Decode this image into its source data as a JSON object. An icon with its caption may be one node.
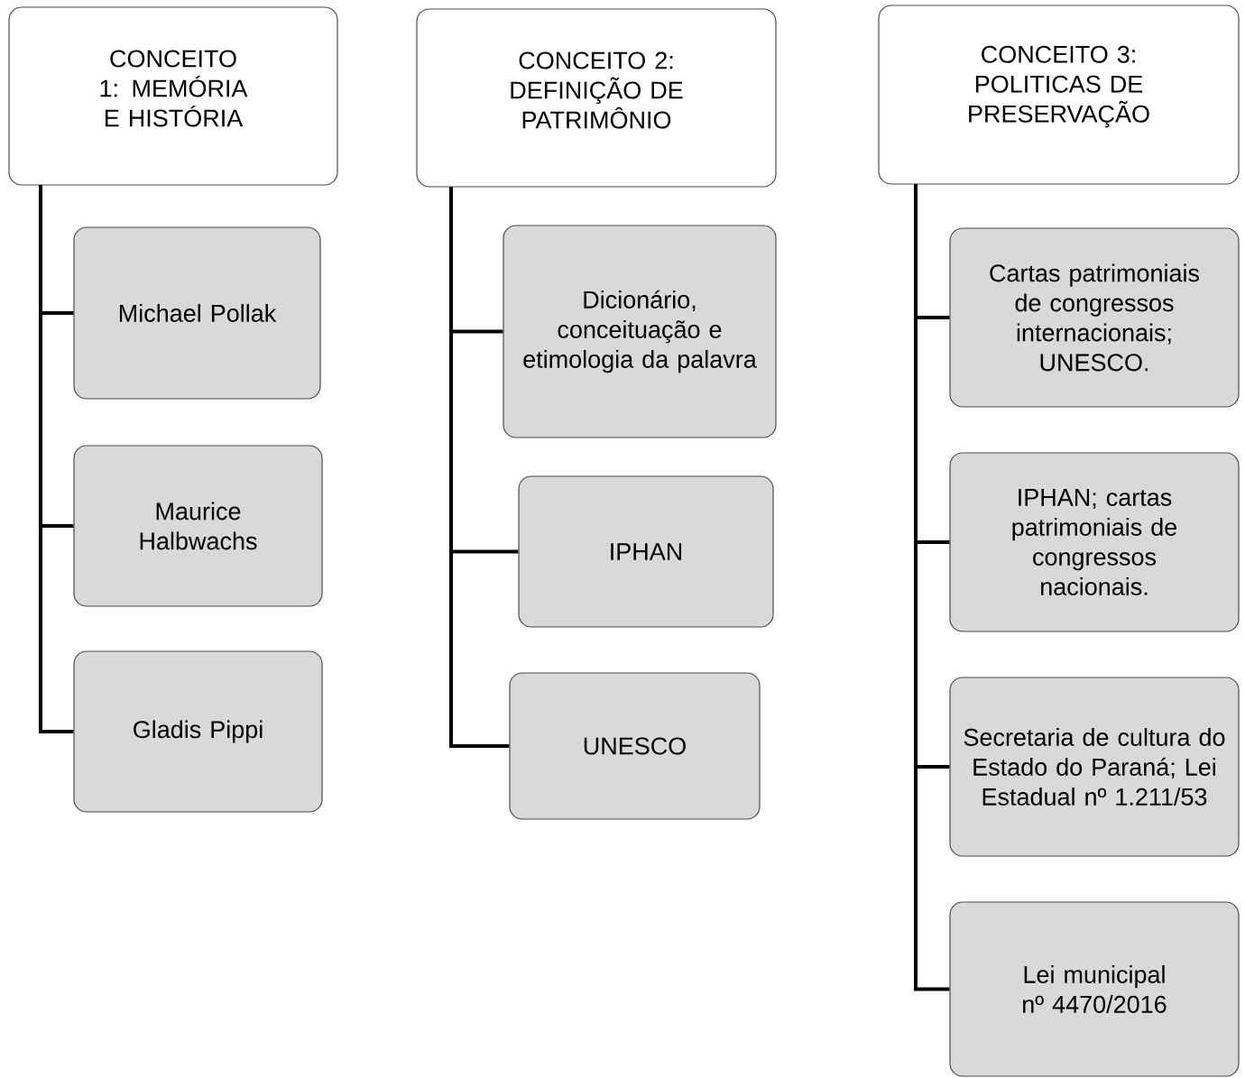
{
  "diagram": {
    "nodes": [
      {
        "text": [
          "CONCEITO 1: MEMÓRIA E HISTÓRIA"
        ]
      },
      {
        "text": [
          "Michael Pollak"
        ]
      },
      {
        "text": [
          "Maurice Halbwachs"
        ]
      },
      {
        "text": [
          "Gladis Pippi"
        ]
      },
      {
        "text": [
          "CONCEITO 2: DEFINIÇÃO DE PATRIMÔNIO"
        ]
      },
      {
        "text": [
          "Dicionário, conceituação e etimologia da palavra"
        ]
      },
      {
        "text": [
          "IPHAN"
        ]
      },
      {
        "text": [
          "UNESCO"
        ]
      },
      {
        "text": [
          "CONCEITO 3: POLITICAS DE PRESERVAÇÃO"
        ]
      },
      {
        "text": [
          "Cartas patrimoniais de congressos internacionais; UNESCO."
        ]
      },
      {
        "text": [
          "IPHAN; cartas patrimoniais de congressos nacionais."
        ]
      },
      {
        "text": [
          "Secretaria de cultura do Estado do Paraná; Lei Estadual nº 1.211/53"
        ]
      },
      {
        "text": [
          "Lei municipal nº 4470/2016"
        ]
      }
    ],
    "edges": [
      {
        "from": 0,
        "to": 1,
        "arrow": "none"
      },
      {
        "from": 0,
        "to": 2,
        "arrow": "none"
      },
      {
        "from": 0,
        "to": 3,
        "arrow": "none"
      },
      {
        "from": 4,
        "to": 5,
        "arrow": "none"
      },
      {
        "from": 4,
        "to": 6,
        "arrow": "none"
      },
      {
        "from": 4,
        "to": 7,
        "arrow": "none"
      },
      {
        "from": 8,
        "to": 9,
        "arrow": "none"
      },
      {
        "from": 8,
        "to": 10,
        "arrow": "none"
      },
      {
        "from": 8,
        "to": 11,
        "arrow": "none"
      },
      {
        "from": 8,
        "to": 12,
        "arrow": "none"
      }
    ]
  }
}
